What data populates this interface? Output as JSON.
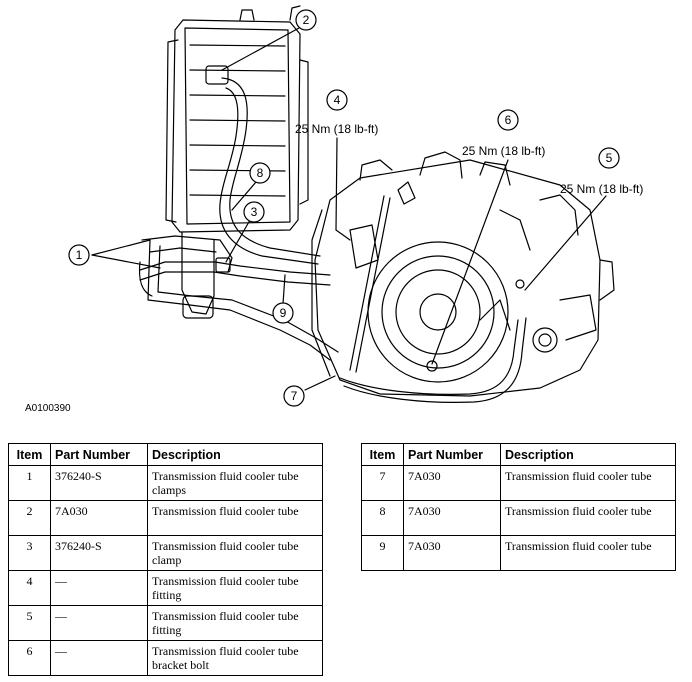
{
  "figure_id": "A0100390",
  "callouts": [
    {
      "num": "1"
    },
    {
      "num": "2"
    },
    {
      "num": "3"
    },
    {
      "num": "4",
      "torque": "25 Nm (18 lb-ft)"
    },
    {
      "num": "5",
      "torque": "25 Nm (18 lb-ft)"
    },
    {
      "num": "6",
      "torque": "25 Nm (18 lb-ft)"
    },
    {
      "num": "7"
    },
    {
      "num": "8"
    },
    {
      "num": "9"
    }
  ],
  "table": {
    "headers": {
      "item": "Item",
      "part": "Part Number",
      "desc": "Description"
    },
    "rows": [
      {
        "item": "1",
        "part": "376240-S",
        "desc": "Transmission fluid cooler tube clamps"
      },
      {
        "item": "2",
        "part": "7A030",
        "desc": "Transmission fluid cooler tube"
      },
      {
        "item": "3",
        "part": "376240-S",
        "desc": "Transmission fluid cooler tube clamp"
      },
      {
        "item": "4",
        "part": "—",
        "desc": "Transmission fluid cooler tube fitting"
      },
      {
        "item": "5",
        "part": "—",
        "desc": "Transmission fluid cooler tube fitting"
      },
      {
        "item": "6",
        "part": "—",
        "desc": "Transmission fluid cooler tube bracket bolt"
      },
      {
        "item": "7",
        "part": "7A030",
        "desc": "Transmission fluid cooler tube"
      },
      {
        "item": "8",
        "part": "7A030",
        "desc": "Transmission fluid cooler tube"
      },
      {
        "item": "9",
        "part": "7A030",
        "desc": "Transmission fluid cooler tube"
      }
    ]
  }
}
